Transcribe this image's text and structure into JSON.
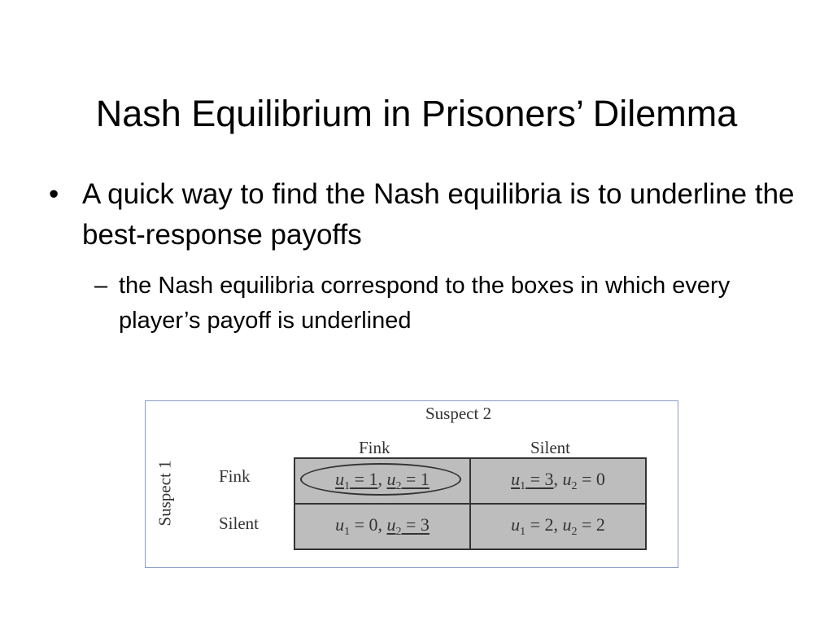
{
  "slide": {
    "title": "Nash Equilibrium in Prisoners’ Dilemma",
    "bullet_mark": "•",
    "sub_mark": "–",
    "bullet_1": "A quick way to find the Nash equilibria is to underline the best-response payoffs",
    "sub_bullet_1": "the Nash equilibria correspond to the boxes in which every player’s payoff is underlined"
  },
  "figure": {
    "column_player": "Suspect 2",
    "row_player": "Suspect 1",
    "columns": [
      "Fink",
      "Silent"
    ],
    "rows": [
      "Fink",
      "Silent"
    ],
    "payoff_symbol": "u",
    "equals": "=",
    "separator": ",",
    "cells": [
      [
        {
          "u1": "1",
          "u2": "1",
          "u1_underlined": true,
          "u2_underlined": true,
          "circled": true
        },
        {
          "u1": "3",
          "u2": "0",
          "u1_underlined": true,
          "u2_underlined": false,
          "circled": false
        }
      ],
      [
        {
          "u1": "0",
          "u2": "3",
          "u1_underlined": false,
          "u2_underlined": true,
          "circled": false
        },
        {
          "u1": "2",
          "u2": "2",
          "u1_underlined": false,
          "u2_underlined": false,
          "circled": false
        }
      ]
    ],
    "subscripts": [
      "1",
      "2"
    ],
    "colors": {
      "frame_border": "#8a9bc9",
      "cell_fill": "#bdbdbd"
    }
  }
}
